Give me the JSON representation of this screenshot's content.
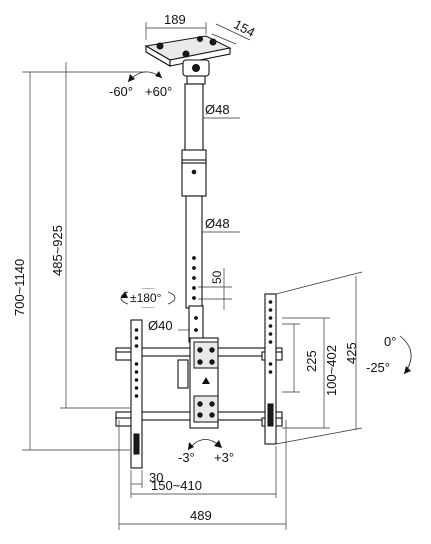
{
  "dimensions": {
    "ceiling_plate_width": "189",
    "ceiling_plate_depth": "154",
    "pole_diameter_upper": "Ø48",
    "pole_diameter_lower": "Ø48",
    "pole_hole_spacing": "50",
    "collar_diameter": "Ø40",
    "pole_length_range": "485~925",
    "total_drop_range": "700~1140",
    "vesa_vertical": "225",
    "vertical_hole_range": "100~402",
    "bracket_height": "425",
    "arm_offset": "30",
    "horizontal_hole_range": "150~410",
    "bracket_width": "489"
  },
  "rotation": {
    "swivel_left": "-60°",
    "swivel_right": "+60°",
    "rotate_360": "±180°",
    "tilt_up": "0°",
    "tilt_down": "-25°",
    "level_left": "-3°",
    "level_right": "+3°"
  }
}
